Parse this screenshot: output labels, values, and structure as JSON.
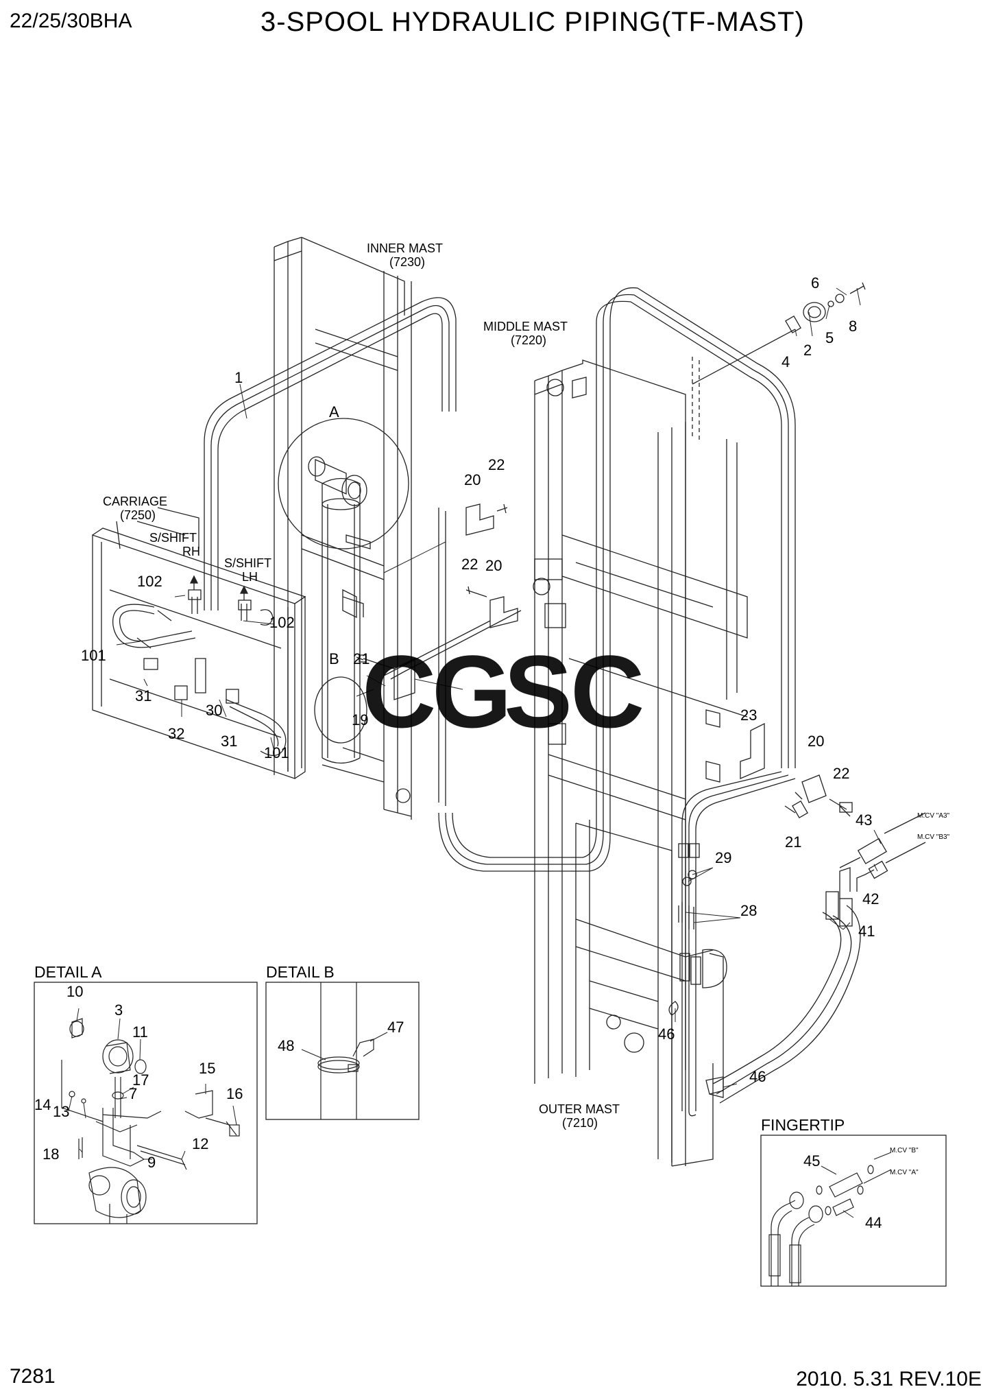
{
  "header": {
    "model": "22/25/30BHA",
    "title": "3-SPOOL HYDRAULIC PIPING(TF-MAST)"
  },
  "footer": {
    "page_number": "7281",
    "revision": "2010. 5.31  REV.10E"
  },
  "captions": {
    "inner_mast": "INNER MAST",
    "inner_mast_code": "(7230)",
    "middle_mast": "MIDDLE MAST",
    "middle_mast_code": "(7220)",
    "carriage": "CARRIAGE",
    "carriage_code": "(7250)",
    "sshift_rh_1": "S/SHIFT",
    "sshift_rh_2": "RH",
    "sshift_lh_1": "S/SHIFT",
    "sshift_lh_2": "LH",
    "outer_mast": "OUTER MAST",
    "outer_mast_code": "(7210)",
    "detail_a": "DETAIL A",
    "detail_b": "DETAIL B",
    "fingertip": "FINGERTIP",
    "mcv_a3": "M.CV \"A3\"",
    "mcv_b3": "M.CV \"B3\"",
    "mcv_b": "M.CV \"B\"",
    "mcv_a": "M.CV \"A\""
  },
  "callouts": {
    "A": "A",
    "B": "B",
    "p1": "1",
    "p2": "2",
    "p4": "4",
    "p5": "5",
    "p6": "6",
    "p8": "8",
    "p20a": "20",
    "p22a": "22",
    "p22b": "22",
    "p20b": "20",
    "p102a": "102",
    "p102b": "102",
    "p101a": "101",
    "p101b": "101",
    "p31a": "31",
    "p31b": "31",
    "p32": "32",
    "p30": "30",
    "p21a": "21",
    "p19": "19",
    "p23": "23",
    "p20c": "20",
    "p22c": "22",
    "p21b": "21",
    "p43": "43",
    "p42": "42",
    "p41": "41",
    "p29": "29",
    "p28": "28",
    "p46a": "46",
    "p46b": "46",
    "d10": "10",
    "d3": "3",
    "d11": "11",
    "d17": "17",
    "d7": "7",
    "d15": "15",
    "d16": "16",
    "d14": "14",
    "d13": "13",
    "d12": "12",
    "d18": "18",
    "d9": "9",
    "b48": "48",
    "b47": "47",
    "f45": "45",
    "f44": "44"
  },
  "watermark": {
    "letters": [
      "C",
      "G",
      "S",
      "C"
    ],
    "colors": [
      "#4f86f7",
      "#ef6f6c",
      "#f5d33f",
      "#3fae6a"
    ]
  },
  "line_color": "#222222"
}
